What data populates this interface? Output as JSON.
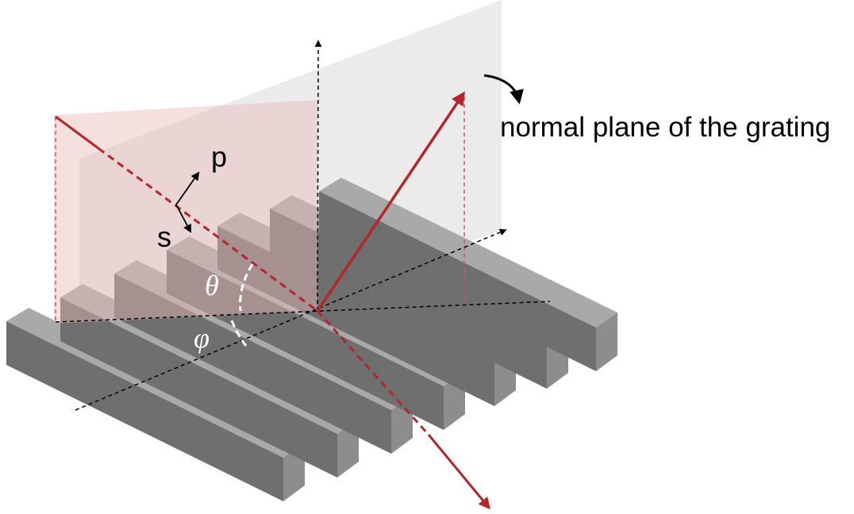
{
  "labels": {
    "normal_plane": "normal plane of the grating",
    "p_polarization": "p",
    "s_polarization": "s",
    "theta": "θ",
    "phi": "φ"
  },
  "colors": {
    "beam": "#b3262c",
    "bar_top": "#a9a9a9",
    "bar_front": "#6f6f6f",
    "bar_side": "#8d8d8d",
    "normal_plane_fill": "#e6e6e6",
    "incidence_plane_fill": "#e8b8b8",
    "axis": "#000000"
  },
  "icons": {
    "rotation_arrow": "curved-arrow-icon"
  }
}
